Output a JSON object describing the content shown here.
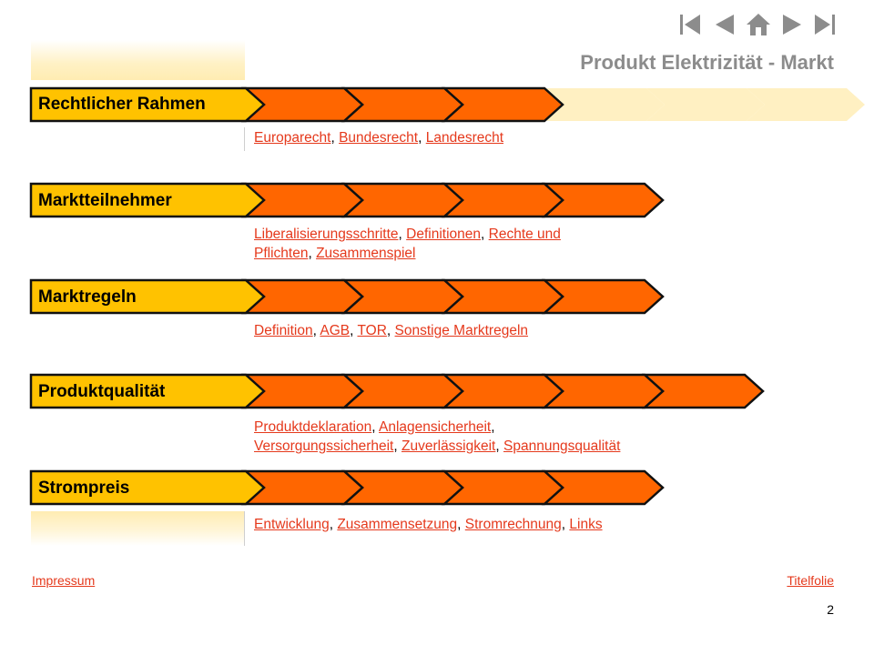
{
  "header": {
    "title": "Produkt Elektrizität - Markt",
    "nav": [
      "first-icon",
      "previous-icon",
      "home-icon",
      "next-icon",
      "last-icon"
    ]
  },
  "colors": {
    "yellow": "#FFC200",
    "orange": "#FF6600",
    "faded": "#FFF0C2",
    "link": "#E5391C",
    "nav": "#8C8C8C"
  },
  "rows": [
    {
      "label": "Rechtlicher Rahmen",
      "active_arrows": 3,
      "faded_arrows": 3,
      "links": [
        [
          "Europarecht",
          "Bundesrecht",
          "Landesrecht"
        ]
      ]
    },
    {
      "label": "Marktteilnehmer",
      "active_arrows": 4,
      "faded_arrows": 0,
      "links": [
        [
          "Liberalisierungsschritte",
          "Definitionen",
          "Rechte und"
        ],
        [
          "Pflichten",
          "Zusammenspiel"
        ]
      ]
    },
    {
      "label": "Marktregeln",
      "active_arrows": 4,
      "faded_arrows": 0,
      "links": [
        [
          "Definition",
          "AGB",
          "TOR",
          "Sonstige Marktregeln"
        ]
      ]
    },
    {
      "label": "Produktqualität",
      "active_arrows": 5,
      "faded_arrows": 0,
      "links": [
        [
          "Produktdeklaration",
          "Anlagensicherheit",
          ""
        ],
        [
          "Versorgungssicherheit",
          "Zuverlässigkeit",
          "Spannungsqualität"
        ]
      ]
    },
    {
      "label": "Strompreis",
      "active_arrows": 4,
      "faded_arrows": 0,
      "links": [
        [
          "Entwicklung",
          "Zusammensetzung",
          "Stromrechnung",
          "Links"
        ]
      ]
    }
  ],
  "footer": {
    "left_link": "Impressum",
    "right_link": "Titelfolie",
    "page_number": "2"
  }
}
